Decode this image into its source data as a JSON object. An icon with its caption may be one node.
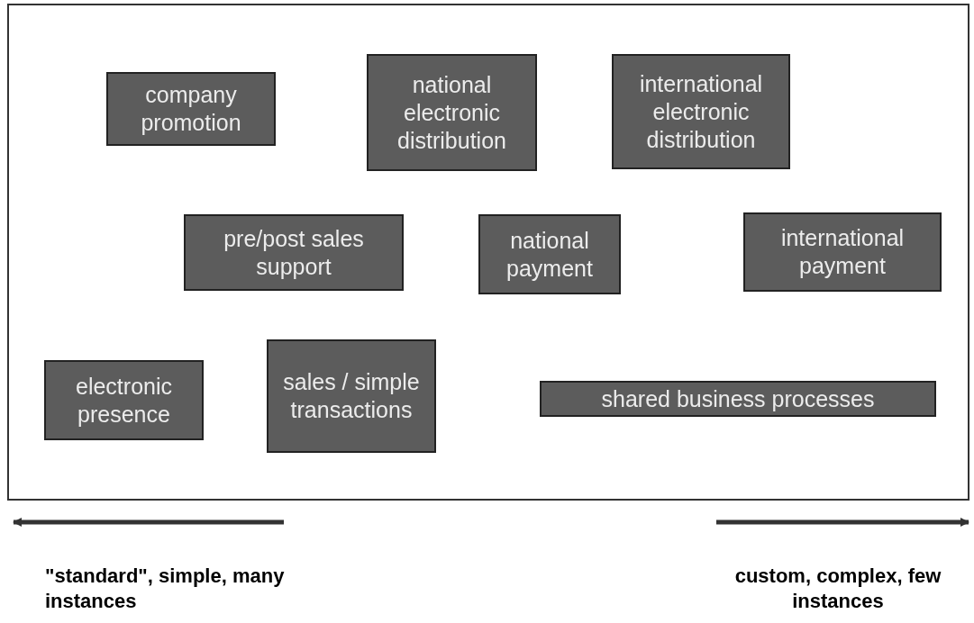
{
  "diagram": {
    "nodes": [
      {
        "text": [
          "company promotion"
        ]
      },
      {
        "text": [
          "national electronic distribution"
        ]
      },
      {
        "text": [
          "international electronic distribution"
        ]
      },
      {
        "text": [
          "pre/post sales support"
        ]
      },
      {
        "text": [
          "national payment"
        ]
      },
      {
        "text": [
          "international payment"
        ]
      },
      {
        "text": [
          "electronic presence"
        ]
      },
      {
        "text": [
          "sales / simple transactions"
        ]
      },
      {
        "text": [
          "shared business processes"
        ]
      }
    ],
    "edges": [],
    "labels": [
      "\"standard\", simple, many instances",
      "custom, complex, few instances"
    ]
  }
}
